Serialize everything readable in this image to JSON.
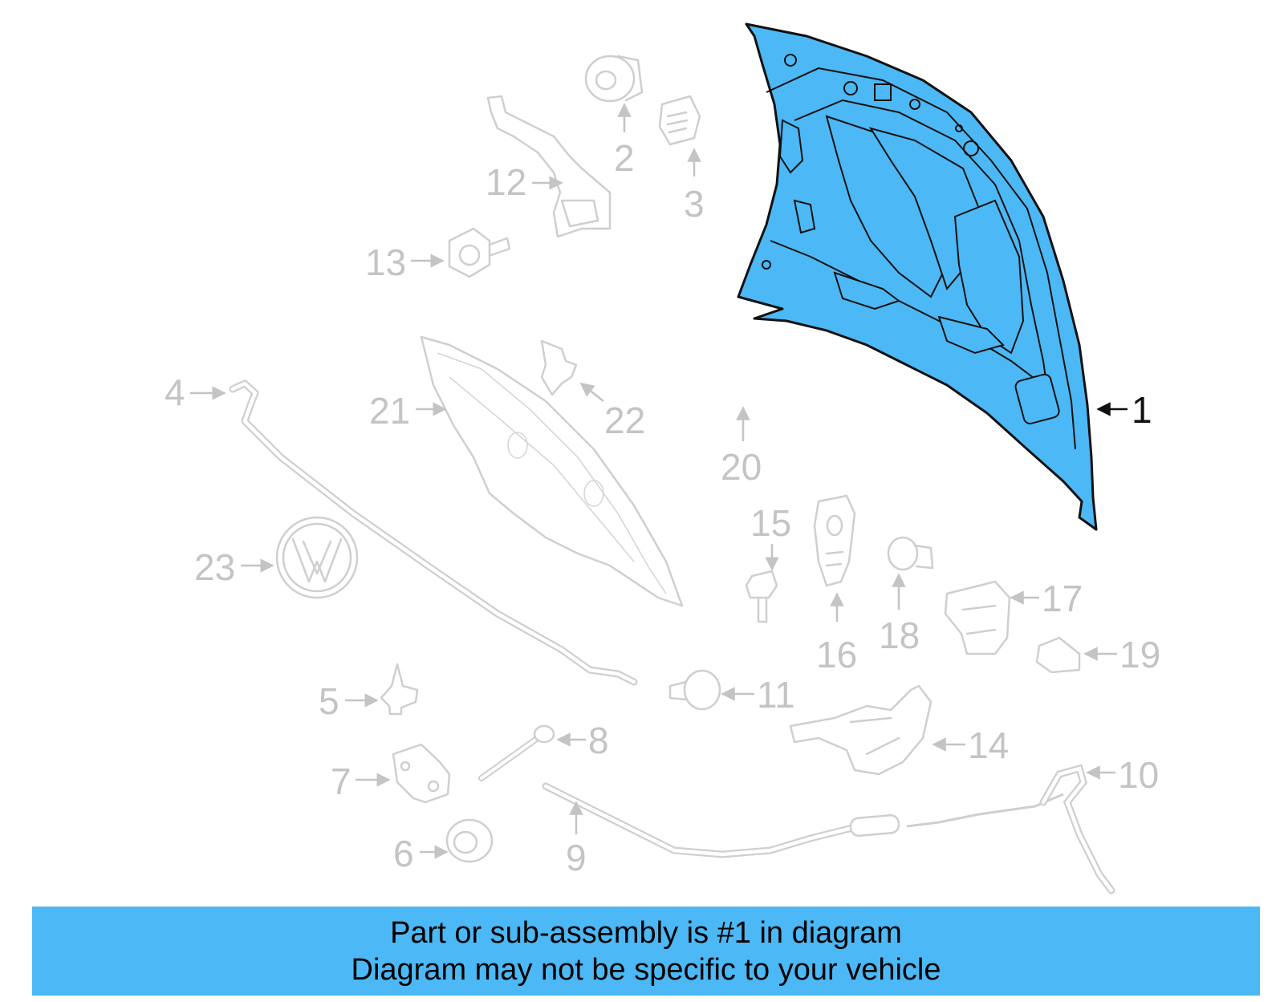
{
  "colors": {
    "highlight_part": "#4cb8f5",
    "banner_background": "#4cb8f5",
    "ghost_parts": "#cfcfcf",
    "ghost_labels": "#c4c4c4",
    "main_label": "#111111"
  },
  "diagram": {
    "highlighted_part": "1",
    "callouts": [
      "1",
      "2",
      "3",
      "4",
      "5",
      "6",
      "7",
      "8",
      "9",
      "10",
      "11",
      "12",
      "13",
      "14",
      "15",
      "16",
      "17",
      "18",
      "19",
      "20",
      "21",
      "22",
      "23"
    ]
  },
  "banner": {
    "line1": "Part or sub-assembly is #1 in diagram",
    "line2": "Diagram may not be specific to your vehicle"
  }
}
